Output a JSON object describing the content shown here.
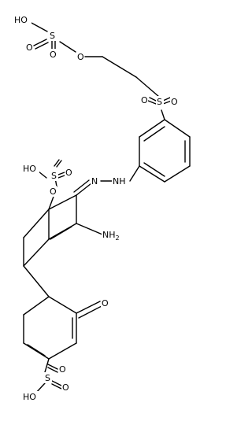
{
  "molecule": {
    "labels": {
      "top_hydroxyl": "HO",
      "top_sulfur": "S",
      "top_oxo_left": "O",
      "top_oxo_bottom": "O",
      "ester_oxygen": "O",
      "sulfonyl_sulfur": "S",
      "sulfonyl_oxo_left": "O",
      "sulfonyl_oxo_right": "O",
      "upper_sulfo_hydroxyl": "HO",
      "upper_sulfo_sulfur": "S",
      "upper_sulfo_oxo_right": "O",
      "upper_sulfo_oxo_bottom": "O",
      "azo_n1": "N",
      "azo_nh": "NH",
      "amine": "NH",
      "amine_subscript": "2",
      "keto_oxygen": "O",
      "lower_sulfo_sulfur": "S",
      "lower_sulfo_oxo_top": "O",
      "lower_sulfo_oxo_right": "O",
      "lower_sulfo_hydroxyl": "HO"
    }
  }
}
